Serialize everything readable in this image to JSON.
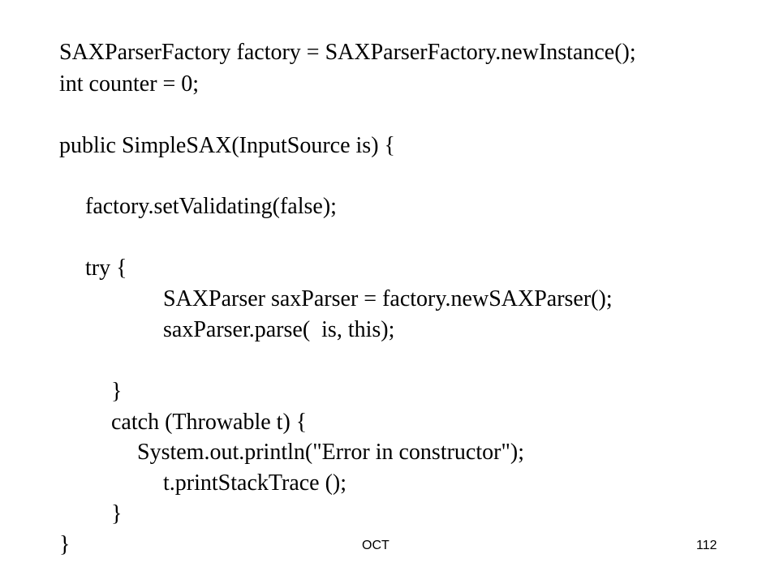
{
  "code": {
    "lines": [
      "SAXParserFactory factory = SAXParserFactory.newInstance();",
      "int counter = 0;",
      "public SimpleSAX(InputSource is) {",
      "factory.setValidating(false);",
      "try {",
      "SAXParser saxParser = factory.newSAXParser();",
      "saxParser.parse(  is, this);",
      "}",
      "catch (Throwable t) {",
      "System.out.println(\"Error in constructor\");",
      "t.printStackTrace ();",
      "}",
      "}"
    ]
  },
  "footer": {
    "left": "OCT",
    "right": "112"
  }
}
